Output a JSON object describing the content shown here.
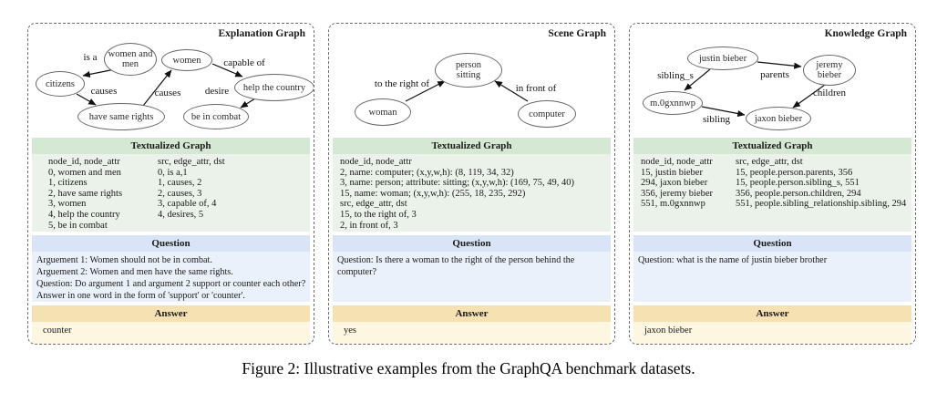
{
  "caption": "Figure 2: Illustrative examples from the GraphQA benchmark datasets.",
  "sections": {
    "textualized": "Textualized Graph",
    "question": "Question",
    "answer": "Answer"
  },
  "colors": {
    "textualized_header": "#d5e8d4",
    "textualized_body": "#eaf2e9",
    "question_header": "#d9e5f7",
    "question_body": "#eaf1fb",
    "answer_header": "#f6e1b2",
    "answer_body": "#fdf6e1"
  },
  "panels": [
    {
      "title": "Explanation Graph",
      "nodes": [
        {
          "label": "women and men"
        },
        {
          "label": "women"
        },
        {
          "label": "citizens"
        },
        {
          "label": "have same rights"
        },
        {
          "label": "help the country"
        },
        {
          "label": "be in combat"
        }
      ],
      "edge_labels": [
        {
          "label": "is a"
        },
        {
          "label": "causes"
        },
        {
          "label": "causes"
        },
        {
          "label": "capable of"
        },
        {
          "label": "desire"
        }
      ],
      "textualized_left": [
        "node_id, node_attr",
        "0, women and men",
        "1, citizens",
        "2, have same rights",
        "3, women",
        "4, help the country",
        "5, be in combat"
      ],
      "textualized_right": [
        "src, edge_attr, dst",
        "0, is a,1",
        "1, causes, 2",
        "2, causes, 3",
        "3, capable of, 4",
        "4, desires, 5"
      ],
      "question_lines": [
        "Arguement 1: Women should not be in combat.",
        "Arguement 2: Women and men have the same rights.",
        "Question: Do argument 1 and argument 2 support or counter each other?",
        "Answer in one word in the form of 'support' or 'counter'."
      ],
      "answer": "counter"
    },
    {
      "title": "Scene Graph",
      "nodes": [
        {
          "label": "person sitting"
        },
        {
          "label": "woman"
        },
        {
          "label": "computer"
        }
      ],
      "edge_labels": [
        {
          "label": "to the right of"
        },
        {
          "label": "in front of"
        }
      ],
      "textualized_rows": [
        "node_id, node_attr",
        "2, name: computer; (x,y,w,h): (8, 119, 34, 32)",
        "3, name: person; attribute: sitting; (x,y,w,h): (169, 75, 49, 40)",
        "15, name: woman; (x,y,w,h): (255, 18, 235, 292)",
        "src, edge_attr, dst",
        "15, to the right of, 3",
        "2, in front of, 3"
      ],
      "question_lines": [
        "Question: Is there a woman to the right of the person behind the computer?"
      ],
      "answer": "yes"
    },
    {
      "title": "Knowledge Graph",
      "nodes": [
        {
          "label": "justin bieber"
        },
        {
          "label": "jeremy bieber"
        },
        {
          "label": "m.0gxnnwp"
        },
        {
          "label": "jaxon bieber"
        }
      ],
      "edge_labels": [
        {
          "label": "sibling_s"
        },
        {
          "label": "parents"
        },
        {
          "label": "children"
        },
        {
          "label": "sibling"
        }
      ],
      "textualized_left": [
        "node_id, node_attr",
        "15, justin bieber",
        "294, jaxon bieber",
        "356, jeremy bieber",
        "551, m.0gxnnwp"
      ],
      "textualized_right": [
        "src, edge_attr, dst",
        "15, people.person.parents, 356",
        "15, people.person.sibling_s, 551",
        "356, people.person.children, 294",
        "551, people.sibling_relationship.sibling, 294"
      ],
      "question_lines": [
        "Question: what is the name of justin bieber brother"
      ],
      "answer": "jaxon bieber"
    }
  ]
}
